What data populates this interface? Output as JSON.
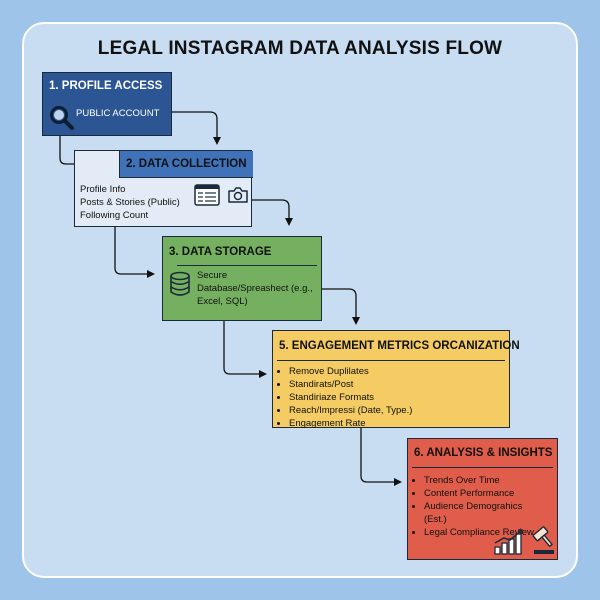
{
  "title": "LEGAL INSTAGRAM DATA ANALYSIS FLOW",
  "steps": [
    {
      "header": "1. PROFILE ACCESS",
      "body": "PUBLIC ACCOUNT"
    },
    {
      "header": "2. DATA COLLECTION",
      "items": [
        "Profile Info",
        "Posts & Stories (Public)",
        "Following Count"
      ]
    },
    {
      "header": "3. DATA STORAGE",
      "body": "Secure Database/Spreashect (e.g., Excel, SQL)"
    },
    {
      "header": "5. ENGAGEMENT METRICS  ORCANIZATION",
      "items": [
        "Remove Duplilates",
        "Standirats/Post",
        "Standiriaze Formats",
        "Reach/Impressi (Date, Type.)",
        "Engagement Rate"
      ]
    },
    {
      "header": "6. ANALYSIS & INSIGHTS",
      "items": [
        "Trends Over Time",
        "Content Performance",
        "Audience Demograhics (Est.)",
        "Legal Compliance Review"
      ]
    }
  ],
  "colors": {
    "step1": "#2c5594",
    "step2_header": "#3f72b8",
    "step2_body": "#e3ecf6",
    "step3": "#75b061",
    "step5": "#f4cc63",
    "step6": "#df5d4a"
  },
  "icons": [
    "magnifier-icon",
    "spreadsheet-icon",
    "camera-icon",
    "database-icon",
    "bar-chart-icon",
    "gavel-icon"
  ]
}
